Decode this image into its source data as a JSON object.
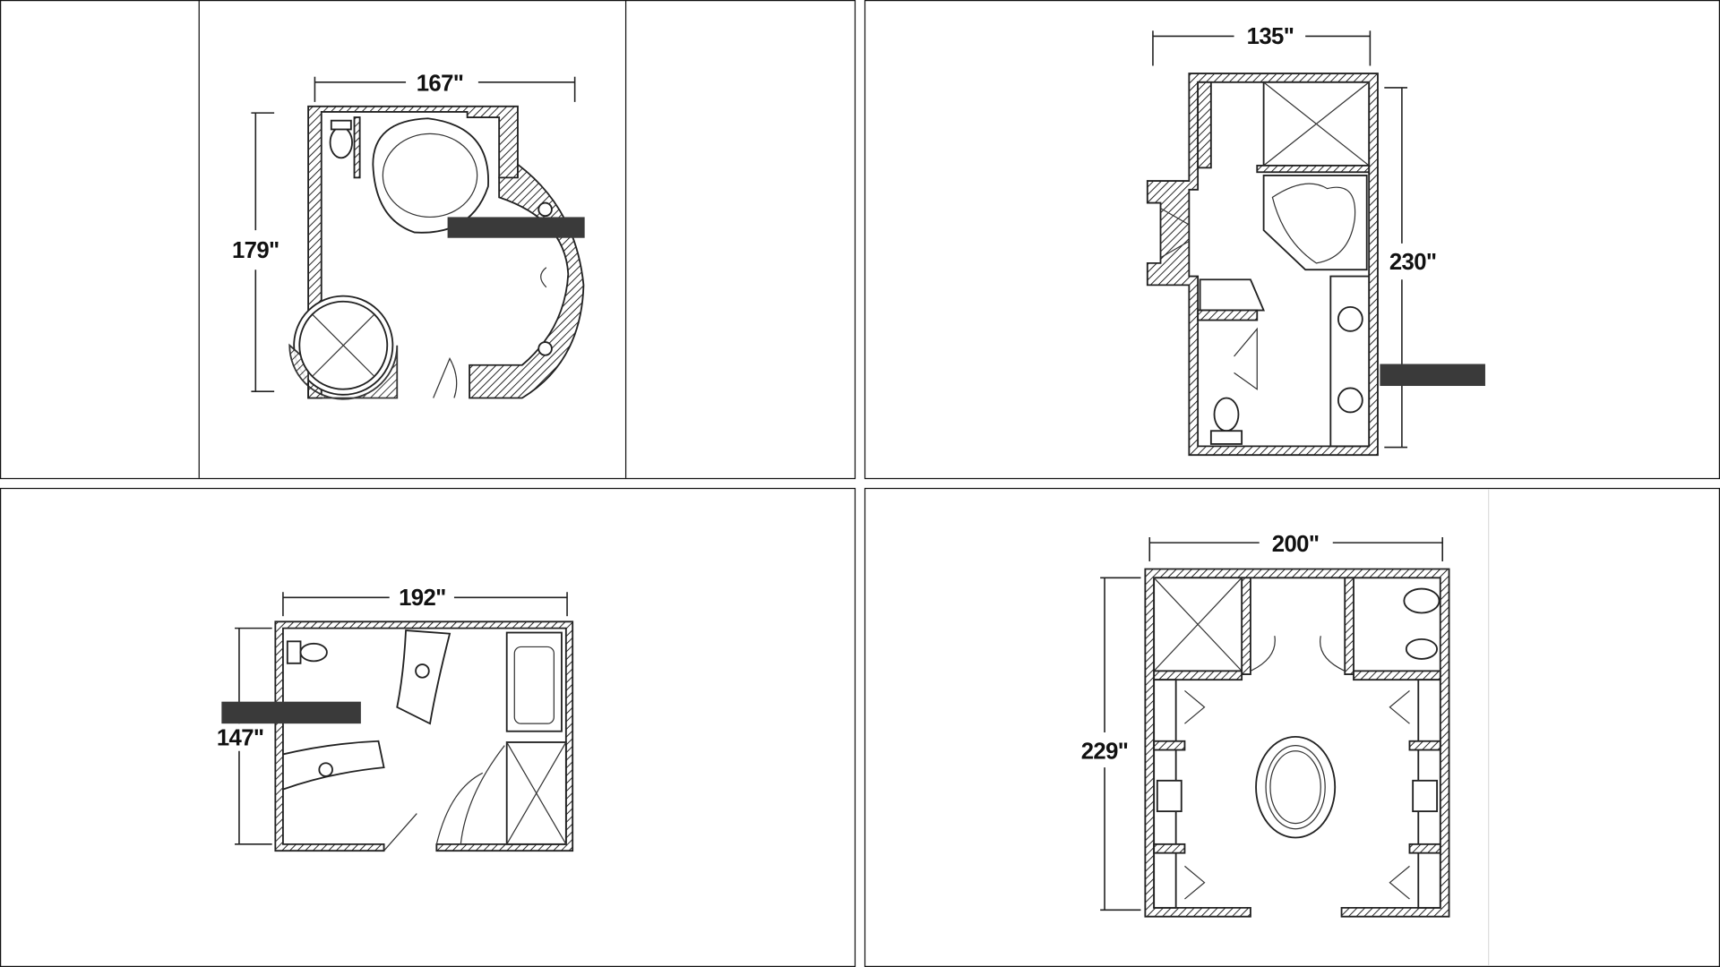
{
  "plans": [
    {
      "width_label": "167\"",
      "height_label": "179\""
    },
    {
      "width_label": "135\"",
      "height_label": "230\""
    },
    {
      "width_label": "192\"",
      "height_label": "147\""
    },
    {
      "width_label": "200\"",
      "height_label": "229\""
    }
  ],
  "colors": {
    "redaction": "#3a3a3a",
    "line": "#222222",
    "background": "#ffffff"
  }
}
